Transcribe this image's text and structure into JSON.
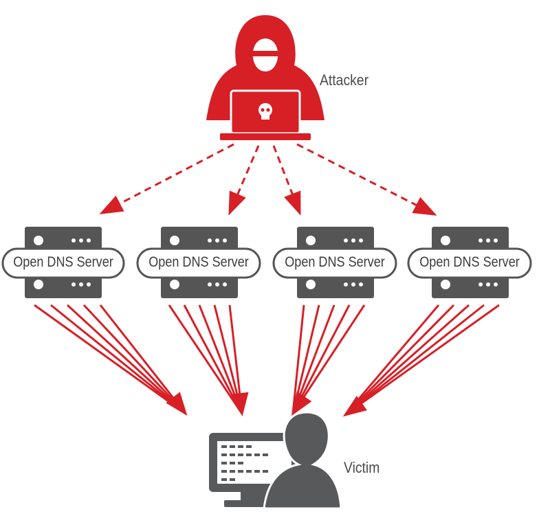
{
  "attacker": {
    "label": "Attacker"
  },
  "victim": {
    "label": "Victim"
  },
  "servers": [
    {
      "label": "Open DNS Server"
    },
    {
      "label": "Open DNS Server"
    },
    {
      "label": "Open DNS Server"
    },
    {
      "label": "Open DNS Server"
    }
  ],
  "colors": {
    "attack_red": "#d71f26",
    "server_gray": "#555555",
    "victim_gray": "#58595b",
    "text_gray": "#4a4a4a"
  },
  "icons": [
    "hooded-hacker-icon",
    "laptop-skull-icon",
    "server-icon",
    "user-monitor-icon"
  ]
}
